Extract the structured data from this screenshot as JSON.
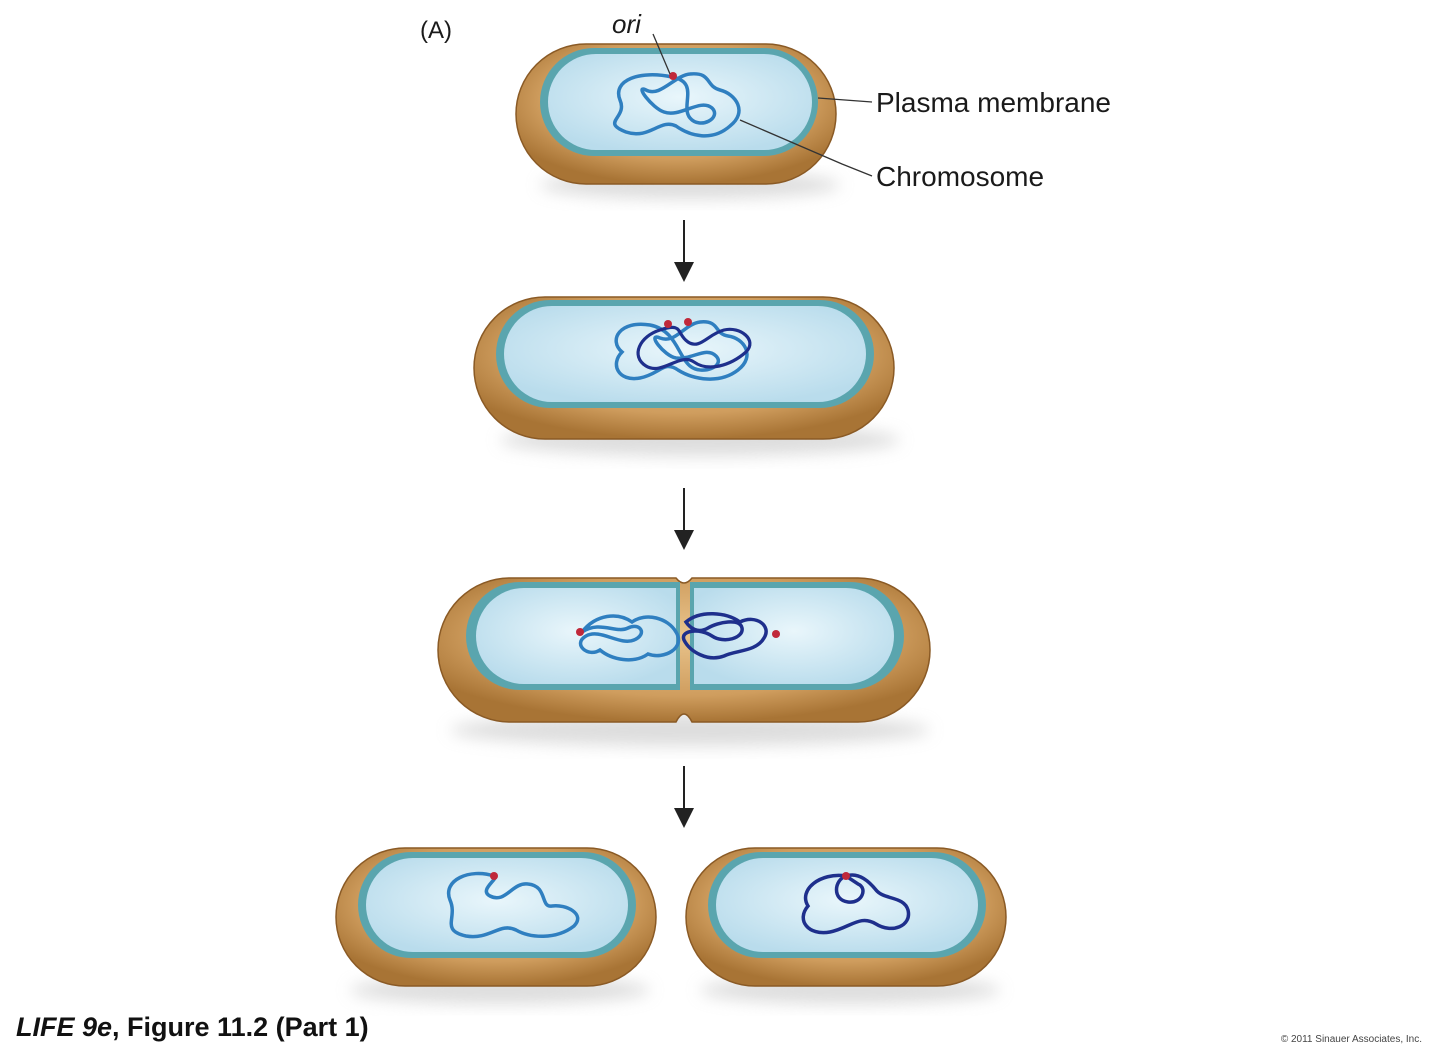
{
  "labels": {
    "panel": "(A)",
    "ori": "ori",
    "plasma_membrane": "Plasma membrane",
    "chromosome": "Chromosome"
  },
  "caption": {
    "book": "LIFE 9e",
    "figure": ", Figure 11.2 (Part 1)"
  },
  "copyright": "© 2011 Sinauer Associates, Inc.",
  "colors": {
    "cell_wall": "#c99a5e",
    "membrane": "#4f9aa3",
    "cytoplasm": "#d4ecf6",
    "chromosome_light": "#2f7fc0",
    "chromosome_dark": "#1e2f8c",
    "ori_dot": "#c0283a"
  }
}
